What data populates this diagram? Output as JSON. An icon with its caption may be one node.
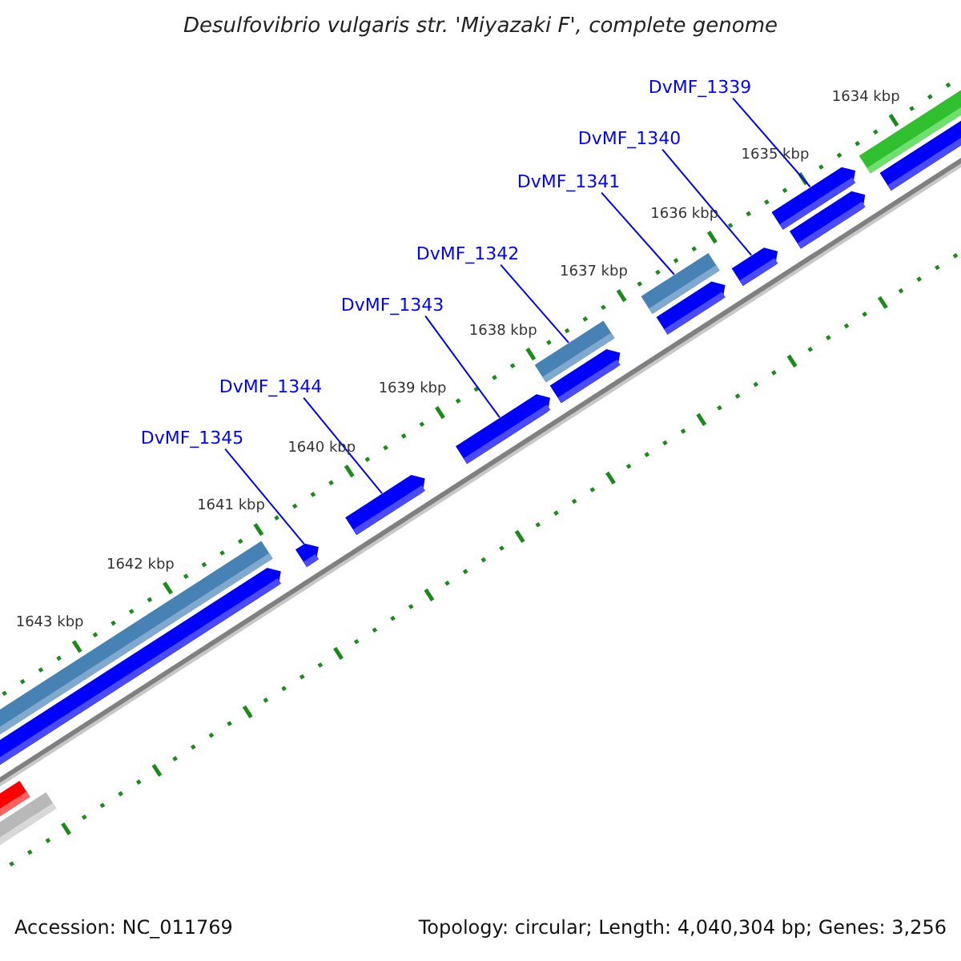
{
  "diagram": {
    "title": "Desulfovibrio vulgaris str. 'Miyazaki F', complete genome",
    "nodes": [
      {
        "text": [
          "DvMF_1339"
        ]
      },
      {
        "text": [
          "DvMF_1340"
        ]
      },
      {
        "text": [
          "DvMF_1341"
        ]
      },
      {
        "text": [
          "DvMF_1342"
        ]
      },
      {
        "text": [
          "DvMF_1343"
        ]
      },
      {
        "text": [
          "DvMF_1344"
        ]
      },
      {
        "text": [
          "DvMF_1345"
        ]
      },
      {
        "text": [],
        "shape": "bar"
      },
      {
        "text": [],
        "shape": "bar"
      },
      {
        "text": [],
        "shape": "bar"
      },
      {
        "text": [],
        "shape": "bar"
      },
      {
        "text": [],
        "shape": "bar"
      },
      {
        "text": [],
        "shape": "bar"
      },
      {
        "text": [],
        "shape": "bar"
      }
    ],
    "edges": [
      {
        "from": 0,
        "to": 13,
        "arrow": "none"
      },
      {
        "from": 1,
        "to": 12,
        "arrow": "none"
      },
      {
        "from": 2,
        "to": 11,
        "arrow": "none"
      },
      {
        "from": 3,
        "to": 10,
        "arrow": "none"
      },
      {
        "from": 4,
        "to": 9,
        "arrow": "none"
      },
      {
        "from": 5,
        "to": 8,
        "arrow": "none"
      },
      {
        "from": 6,
        "to": 7,
        "arrow": "none"
      }
    ],
    "labels": [
      "1634 kbp",
      "1635 kbp",
      "1636 kbp",
      "1637 kbp",
      "1638 kbp",
      "1639 kbp",
      "1640 kbp",
      "1641 kbp",
      "1642 kbp",
      "1643 kbp",
      "Accession: NC_011769",
      "Topology: circular; Length: 4,040,304 bp; Genes: 3,256"
    ]
  }
}
